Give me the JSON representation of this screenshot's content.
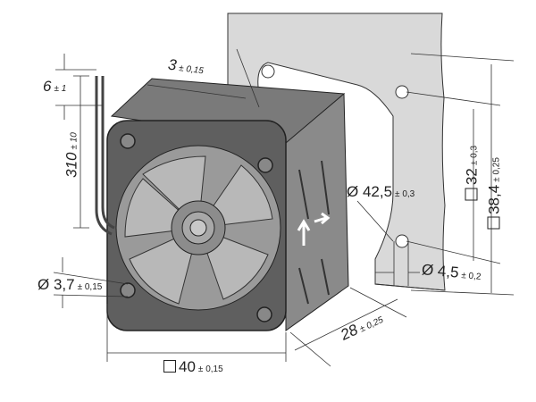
{
  "title": "Fan dimension drawing",
  "colors": {
    "plate": "#d8d8d8",
    "fan_body": "#6e6e6e",
    "fan_dark": "#3c3c3c",
    "line": "#222222"
  },
  "dimensions": {
    "lead_spacing": {
      "value": "6",
      "tol": "± 1"
    },
    "plate_thickness": {
      "value": "3",
      "tol": "± 0,15"
    },
    "lead_length": {
      "value": "310",
      "tol": "± 10"
    },
    "cutout_diameter": {
      "value": "Ø 42,5",
      "tol": "± 0,3"
    },
    "hole_pitch": {
      "value": "32",
      "tol": "± 0,3"
    },
    "plate_square": {
      "value": "38,4",
      "tol": "± 0,25"
    },
    "mount_hole_fan": {
      "value": "Ø 3,7",
      "tol": "± 0,15"
    },
    "mount_hole_plate": {
      "value": "Ø 4,5",
      "tol": "± 0,2"
    },
    "depth": {
      "value": "28",
      "tol": "± 0,25"
    },
    "frame_square": {
      "value": "40",
      "tol": "± 0,15"
    }
  }
}
